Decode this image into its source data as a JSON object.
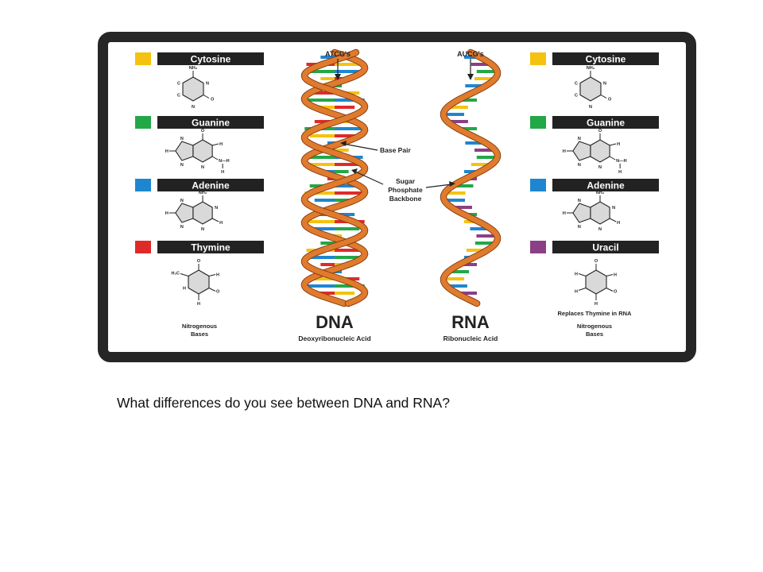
{
  "bases_left": [
    {
      "name": "Cytosine",
      "color": "#f5c20f",
      "kind": "pyrimidine-amine"
    },
    {
      "name": "Guanine",
      "color": "#22a846",
      "kind": "purine-guanine"
    },
    {
      "name": "Adenine",
      "color": "#1e86d0",
      "kind": "purine-adenine"
    },
    {
      "name": "Thymine",
      "color": "#e02a2a",
      "kind": "pyrimidine-thymine"
    }
  ],
  "bases_right": [
    {
      "name": "Cytosine",
      "color": "#f5c20f",
      "kind": "pyrimidine-amine"
    },
    {
      "name": "Guanine",
      "color": "#22a846",
      "kind": "purine-guanine"
    },
    {
      "name": "Adenine",
      "color": "#1e86d0",
      "kind": "purine-adenine"
    },
    {
      "name": "Uracil",
      "color": "#8b3f86",
      "kind": "pyrimidine-uracil"
    }
  ],
  "left_caption": [
    "Nitrogenous",
    "Bases"
  ],
  "right_note": "Replaces Thymine in RNA",
  "right_caption": [
    "Nitrogenous",
    "Bases"
  ],
  "dna": {
    "top_label": "ATCG's",
    "name": "DNA",
    "full_name": "Deoxyribonucleic Acid"
  },
  "rna": {
    "top_label": "AUCG's",
    "name": "RNA",
    "full_name": "Ribonucleic Acid"
  },
  "callouts": {
    "base_pair": "Base Pair",
    "backbone": [
      "Sugar",
      "Phosphate",
      "Backbone"
    ]
  },
  "backbone_color": "#e07b2e",
  "dna_rung_colors": [
    "#1e86d0",
    "#e02a2a",
    "#22a846",
    "#f5c20f"
  ],
  "rna_rung_colors": [
    "#1e86d0",
    "#8b3f86",
    "#22a846",
    "#f5c20f"
  ],
  "atoms": {
    "nh2": "NH₂",
    "n": "N",
    "o": "O",
    "h": "H",
    "c": "C",
    "h3c": "H₃C",
    "nh": "N—H"
  },
  "question": "What differences do you see between DNA and RNA?"
}
